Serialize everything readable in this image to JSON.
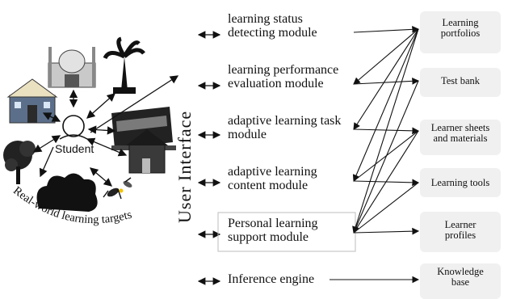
{
  "student": "Student",
  "real_world_caption": "Real-world learning targets",
  "user_interface": "User Interface",
  "modules": [
    {
      "line1": "learning status",
      "line2": "detecting module"
    },
    {
      "line1": "learning performance",
      "line2": "evaluation module"
    },
    {
      "line1": "adaptive learning task",
      "line2": "module"
    },
    {
      "line1": "adaptive learning",
      "line2": "content module"
    },
    {
      "line1": "Personal learning",
      "line2": "support module"
    },
    {
      "line1": "Inference engine",
      "line2": ""
    }
  ],
  "databases": [
    {
      "line1": "Learning",
      "line2": "portfolios"
    },
    {
      "line1": "Test bank",
      "line2": ""
    },
    {
      "line1": "Learner sheets",
      "line2": "and materials"
    },
    {
      "line1": "Learning tools",
      "line2": ""
    },
    {
      "line1": "Learner",
      "line2": "profiles"
    },
    {
      "line1": "Knowledge",
      "line2": "base"
    }
  ],
  "icons": {
    "palace": "palace-icon",
    "palm": "palm-tree-icon",
    "school": "school-building-icon",
    "train": "train-icon",
    "tree": "tree-icon",
    "house": "house-icon",
    "bushes": "bushes-icon",
    "insects": "insects-icon",
    "student": "student-icon"
  },
  "colors": {
    "line": "#111111",
    "scroll": "#e9e9e9"
  }
}
